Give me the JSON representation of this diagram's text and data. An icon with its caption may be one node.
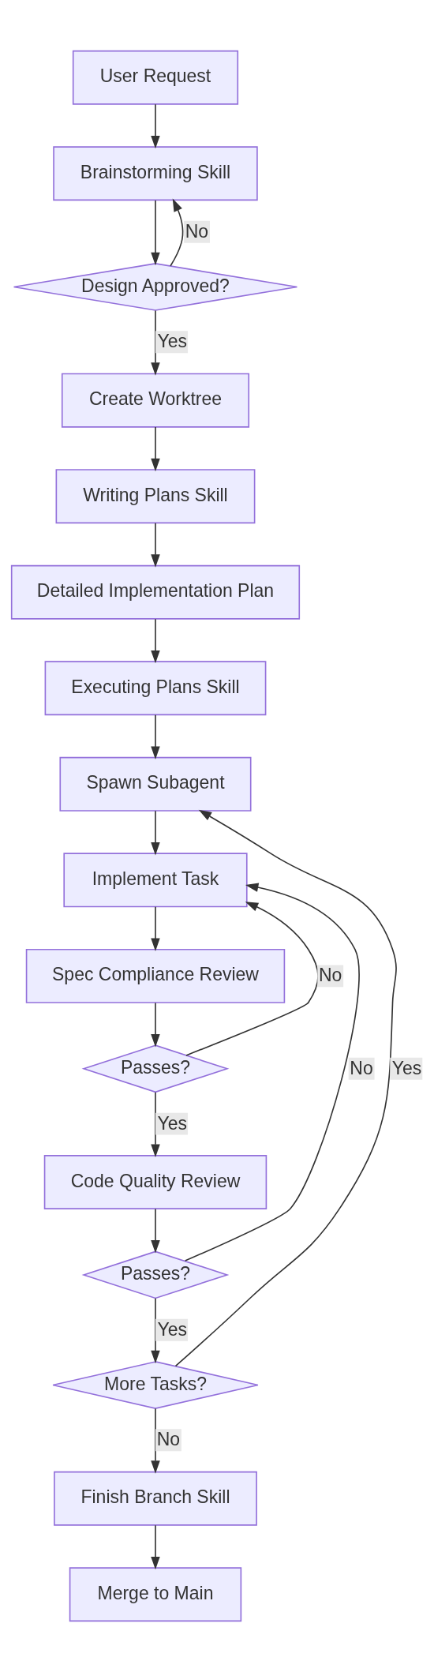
{
  "diagram": {
    "nodes": [
      {
        "text": [
          "User Request"
        ]
      },
      {
        "text": [
          "Brainstorming Skill"
        ]
      },
      {
        "text": [
          "Design Approved?"
        ]
      },
      {
        "text": [
          "Create Worktree"
        ]
      },
      {
        "text": [
          "Writing Plans Skill"
        ]
      },
      {
        "text": [
          "Detailed Implementation Plan"
        ]
      },
      {
        "text": [
          "Executing Plans Skill"
        ]
      },
      {
        "text": [
          "Spawn Subagent"
        ]
      },
      {
        "text": [
          "Implement Task"
        ]
      },
      {
        "text": [
          "Spec Compliance Review"
        ]
      },
      {
        "text": [
          "Passes?"
        ]
      },
      {
        "text": [
          "Code Quality Review"
        ]
      },
      {
        "text": [
          "Passes?"
        ]
      },
      {
        "text": [
          "More Tasks?"
        ]
      },
      {
        "text": [
          "Finish Branch Skill"
        ]
      },
      {
        "text": [
          "Merge to Main"
        ]
      }
    ],
    "edges": [
      {
        "from": 0,
        "to": 1,
        "arrow": "to"
      },
      {
        "from": 1,
        "to": 2,
        "arrow": "to"
      },
      {
        "from": 2,
        "to": 1,
        "arrow": "to",
        "label": "No"
      },
      {
        "from": 2,
        "to": 3,
        "arrow": "to",
        "label": "Yes"
      },
      {
        "from": 3,
        "to": 4,
        "arrow": "to"
      },
      {
        "from": 4,
        "to": 5,
        "arrow": "to"
      },
      {
        "from": 5,
        "to": 6,
        "arrow": "to"
      },
      {
        "from": 6,
        "to": 7,
        "arrow": "to"
      },
      {
        "from": 7,
        "to": 8,
        "arrow": "to"
      },
      {
        "from": 8,
        "to": 9,
        "arrow": "to"
      },
      {
        "from": 9,
        "to": 10,
        "arrow": "to"
      },
      {
        "from": 10,
        "to": 8,
        "arrow": "to",
        "label": "No"
      },
      {
        "from": 10,
        "to": 11,
        "arrow": "to",
        "label": "Yes"
      },
      {
        "from": 11,
        "to": 12,
        "arrow": "to"
      },
      {
        "from": 12,
        "to": 8,
        "arrow": "to",
        "label": "No"
      },
      {
        "from": 12,
        "to": 13,
        "arrow": "to",
        "label": "Yes"
      },
      {
        "from": 13,
        "to": 7,
        "arrow": "to",
        "label": "Yes"
      },
      {
        "from": 13,
        "to": 14,
        "arrow": "to",
        "label": "No"
      },
      {
        "from": 14,
        "to": 15,
        "arrow": "to"
      }
    ]
  }
}
